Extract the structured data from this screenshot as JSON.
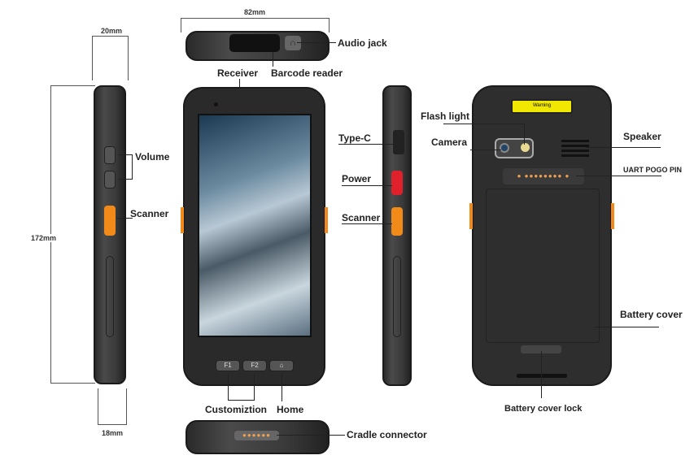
{
  "dimensions": {
    "width": "82mm",
    "thickness_top": "20mm",
    "height": "172mm",
    "thickness_bottom": "18mm"
  },
  "labels": {
    "audio_jack": "Audio jack",
    "receiver": "Receiver",
    "barcode_reader": "Barcode reader",
    "volume": "Volume",
    "scanner_left": "Scanner",
    "type_c": "Type-C",
    "power": "Power",
    "scanner_right": "Scanner",
    "flash_light": "Flash light",
    "camera": "Camera",
    "speaker": "Speaker",
    "uart_pogo_pin": "UART POGO PIN",
    "battery_cover": "Battery cover",
    "battery_cover_lock": "Battery cover lock",
    "customization": "Customiztion",
    "home": "Home",
    "cradle_connector": "Cradle connector"
  },
  "keys": {
    "f1": "F1",
    "f2": "F2"
  },
  "warning_label": "Warning",
  "colors": {
    "accent_orange": "#f28a1a",
    "power_red": "#e0202a",
    "warning_yellow": "#f0e800"
  }
}
